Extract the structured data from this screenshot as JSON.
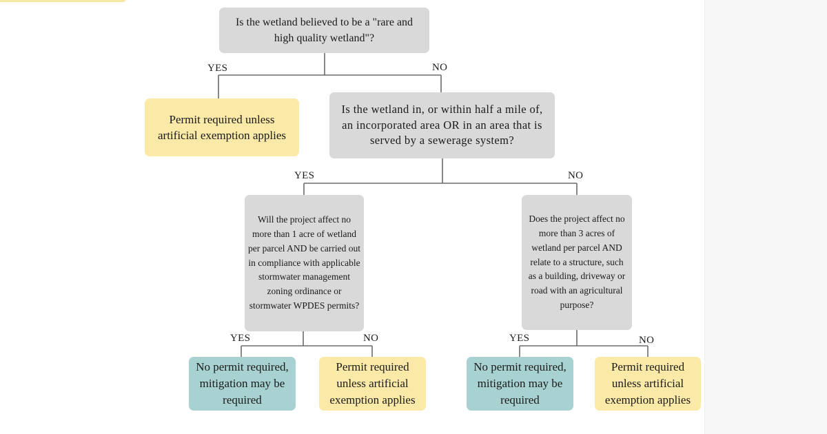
{
  "flowchart": {
    "q1": "Is the wetland believed to be a \"rare and high quality wetland\"?",
    "q1_yes_label": "YES",
    "q1_no_label": "NO",
    "r1": "Permit required unless artificial exemption applies",
    "q2": "Is the wetland in, or within half a mile of, an incorporated area OR in an area that is served by a sewerage system?",
    "q2_yes_label": "YES",
    "q2_no_label": "NO",
    "q3": "Will the project affect no more than 1 acre of wetland per parcel AND be carried out in compliance with applicable stormwater management zoning ordinance or stormwater WPDES permits?",
    "q3_yes_label": "YES",
    "q3_no_label": "NO",
    "q4": "Does the project affect no more than 3 acres of wetland per parcel AND relate to a structure, such as a building, driveway or road with an agricultural purpose?",
    "q4_yes_label": "YES",
    "q4_no_label": "NO",
    "r2": "No permit required, mitigation may be required",
    "r3": "Permit required unless artificial exemption applies",
    "r4": "No permit required, mitigation may be required",
    "r5": "Permit required unless artificial exemption applies"
  },
  "colors": {
    "question_box": "#d9d9d9",
    "permit_required_box": "#fbe9a8",
    "no_permit_box": "#a8d2d1",
    "connector": "#6b6b6b"
  }
}
